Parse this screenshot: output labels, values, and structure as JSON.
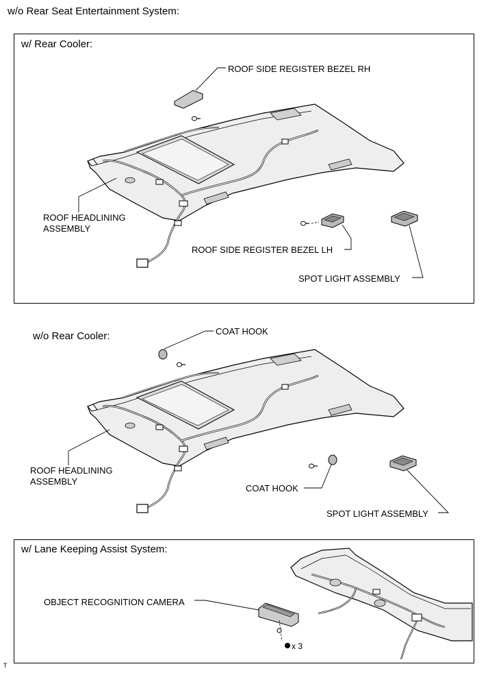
{
  "header": {
    "title": "w/o Rear Seat Entertainment System:"
  },
  "panel_rear_cooler": {
    "title": "w/ Rear Cooler:",
    "labels": {
      "register_rh": "ROOF SIDE REGISTER BEZEL RH",
      "headlining_line1": "ROOF HEADLINING",
      "headlining_line2": "ASSEMBLY",
      "register_lh": "ROOF SIDE REGISTER BEZEL LH",
      "spot_light": "SPOT LIGHT ASSEMBLY"
    }
  },
  "panel_no_rear_cooler": {
    "title": "w/o Rear Cooler:",
    "labels": {
      "coat_hook_top": "COAT HOOK",
      "headlining_line1": "ROOF HEADLINING",
      "headlining_line2": "ASSEMBLY",
      "coat_hook_bottom": "COAT HOOK",
      "spot_light": "SPOT LIGHT ASSEMBLY"
    }
  },
  "panel_lane_keeping": {
    "title": "w/ Lane Keeping Assist System:",
    "labels": {
      "camera": "OBJECT RECOGNITION CAMERA",
      "screw_qty": "x 3"
    }
  },
  "footer": {
    "mark": "T"
  }
}
